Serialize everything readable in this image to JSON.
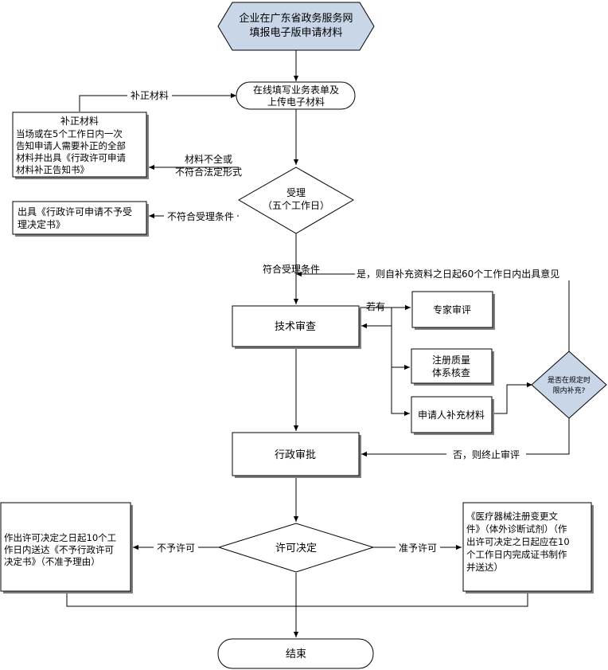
{
  "nodes": {
    "start": [
      "企业在广东省政务服务网",
      "填报电子版申请材料"
    ],
    "online_form": [
      "在线填写业务表单及",
      "上传电子材料"
    ],
    "supplement_box": [
      "补正材料",
      "当场或在5个工作日内一次",
      "告知申请人需要补正的全部",
      "材料并出具《行政许可申请",
      "材料补正告知书》"
    ],
    "accept": [
      "受理",
      "（五个工作日）"
    ],
    "reject_box": [
      "出具《行政许可申请不予受",
      "理决定书》"
    ],
    "tech_review": "技术审查",
    "expert_review": "专家审评",
    "quality_check": [
      "注册质量",
      "体系核查"
    ],
    "applicant_supplement": "申请人补充材料",
    "in_time": [
      "是否在规定时",
      "限内补充?"
    ],
    "admin_approval": "行政审批",
    "decision": "许可决定",
    "deny_box": [
      "作出许可决定之日起10个工",
      "作日内送达《不予行政许可",
      "决定书》（不准予理由）"
    ],
    "grant_box": [
      "《医疗器械注册变更文",
      "件》（体外诊断试剂）（作",
      "出许可决定之日起应在10",
      "个工作日内完成证书制作",
      "并送达）"
    ],
    "end": "结束"
  },
  "edge_labels": {
    "supplement_top": "补正材料",
    "incomplete": [
      "材料不全或",
      "不符合法定形式"
    ],
    "not_meet": "不符合受理条件",
    "meet": "符合受理条件",
    "yes_issue": "是，则自补充资料之日起60个工作日内出具意见",
    "if_any": "若有",
    "no_terminate": "否，则终止审评",
    "deny": "不予许可",
    "grant": "准予许可"
  },
  "colors": {
    "start_fill": "#c8d6e8",
    "diamond_fill": "#c8d6e8",
    "shadow": "#7f7f7f"
  }
}
